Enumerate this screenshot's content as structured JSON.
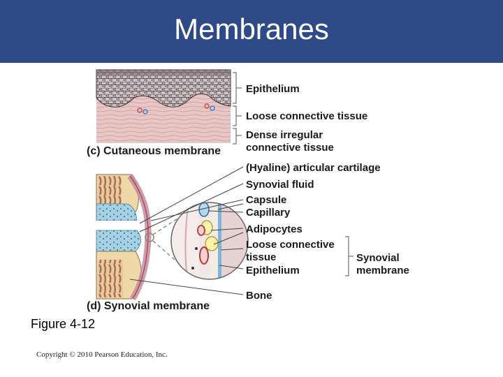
{
  "slide": {
    "title": "Membranes",
    "figure_label": "Figure 4-12",
    "copyright": "Copyright © 2010 Pearson Education, Inc."
  },
  "diagram": {
    "cutaneous": {
      "caption": "(c) Cutaneous membrane",
      "labels": {
        "epithelium": "Epithelium",
        "loose_ct": "Loose connective tissue",
        "dense_line1": "Dense irregular",
        "dense_line2": "connective tissue"
      }
    },
    "synovial": {
      "caption": "(d) Synovial membrane",
      "labels": {
        "cartilage": "(Hyaline) articular cartilage",
        "fluid": "Synovial fluid",
        "capsule": "Capsule",
        "capillary": "Capillary",
        "adipocytes": "Adipocytes",
        "loose_line1": "Loose connective",
        "loose_line2": "tissue",
        "epithelium": "Epithelium",
        "bone": "Bone",
        "membrane_line1": "Synovial",
        "membrane_line2": "membrane"
      }
    }
  },
  "colors": {
    "title_bar": "#2e4a87",
    "skin_dermis": "#e8b9bd",
    "bone": "#f0d9a8",
    "cartilage": "#9fc9de"
  }
}
